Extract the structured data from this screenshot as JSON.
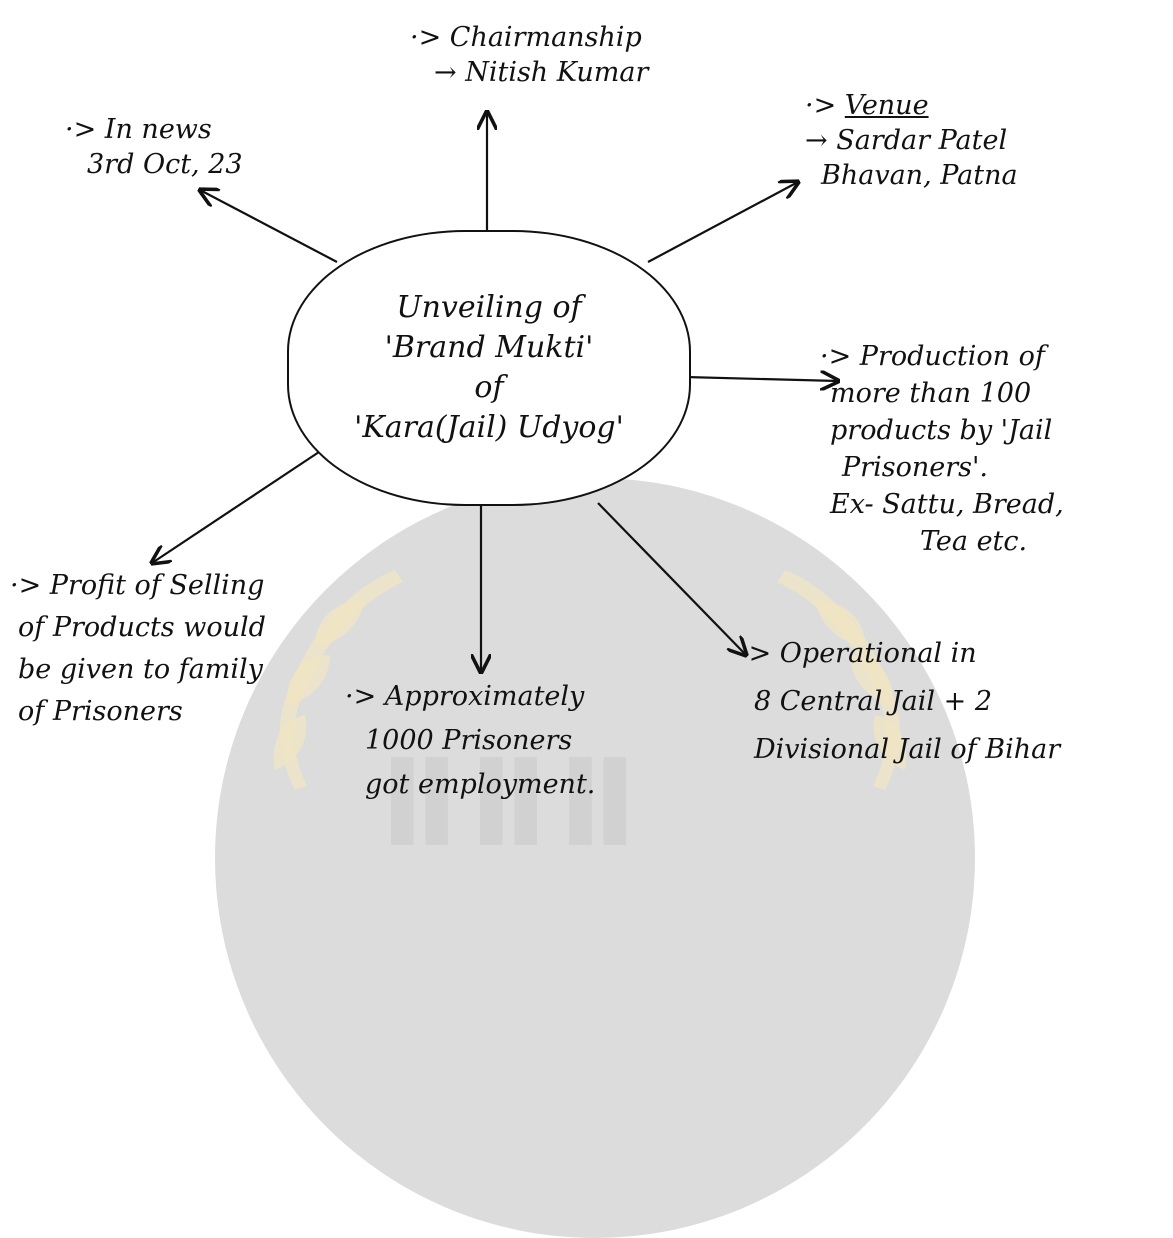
{
  "hub": {
    "line1": "Unveiling of",
    "line2": "'Brand Mukti'",
    "line3": "of",
    "line4": "'Kara(Jail) Udyog'"
  },
  "nodes": {
    "in_news": {
      "line1": "·> In news",
      "line2": "3rd Oct, 23"
    },
    "chairmanship": {
      "line1": "·> Chairmanship",
      "line2": "→ Nitish Kumar"
    },
    "venue": {
      "prefix": "·> ",
      "label": "Venue",
      "line2": "→ Sardar Patel",
      "line3": "Bhavan, Patna"
    },
    "production": {
      "line1": "·> Production of",
      "line2": "more than 100",
      "line3": "products by 'Jail",
      "line4": "Prisoners'.",
      "line5": "Ex- Sattu, Bread,",
      "line6": "Tea etc."
    },
    "profit": {
      "line1": "·> Profit of Selling",
      "line2": "of Products would",
      "line3": "be given to family",
      "line4": "of Prisoners"
    },
    "employment": {
      "line1": "·> Approximately",
      "line2": "1000 Prisoners",
      "line3": "got employment."
    },
    "operational": {
      "line1": "·> Operational in",
      "line2": "8 Central Jail + 2",
      "line3": "Divisional Jail of Bihar"
    }
  }
}
